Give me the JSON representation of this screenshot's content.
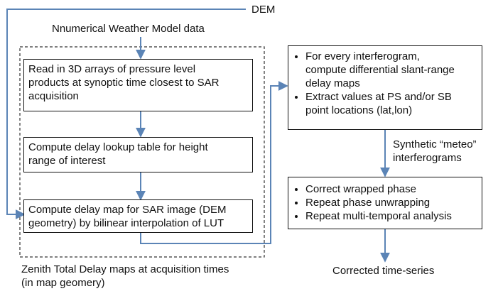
{
  "inputs": {
    "dem": "DEM",
    "nwm": "Nnumerical Weather Model data"
  },
  "boxes": {
    "read_3d": [
      "Read in 3D arrays of pressure level",
      "products at synoptic time closest to SAR",
      "acquisition"
    ],
    "lookup": [
      "Compute delay lookup table for height",
      "range of interest"
    ],
    "delay_map": [
      "Compute delay map for SAR image (DEM",
      "geometry) by bilinear interpolation of LUT"
    ]
  },
  "ztd_label": [
    "Zenith Total Delay maps at acquisition times",
    "(in map geomery)"
  ],
  "right_top": {
    "bullets": [
      [
        "For every interferogram,",
        "compute differential slant-range",
        "delay maps"
      ],
      [
        "Extract values at PS and/or SB",
        "point locations (lat,lon)"
      ]
    ]
  },
  "synthetic_label": [
    "Synthetic “meteo”",
    "interferograms"
  ],
  "right_bottom": {
    "bullets": [
      "Correct wrapped phase",
      "Repeat phase unwrapping",
      "Repeat multi-temporal analysis"
    ]
  },
  "output": "Corrected time-series",
  "colors": {
    "arrow": "#5b84b6",
    "box_border": "#111111",
    "dashed": "#333333"
  }
}
